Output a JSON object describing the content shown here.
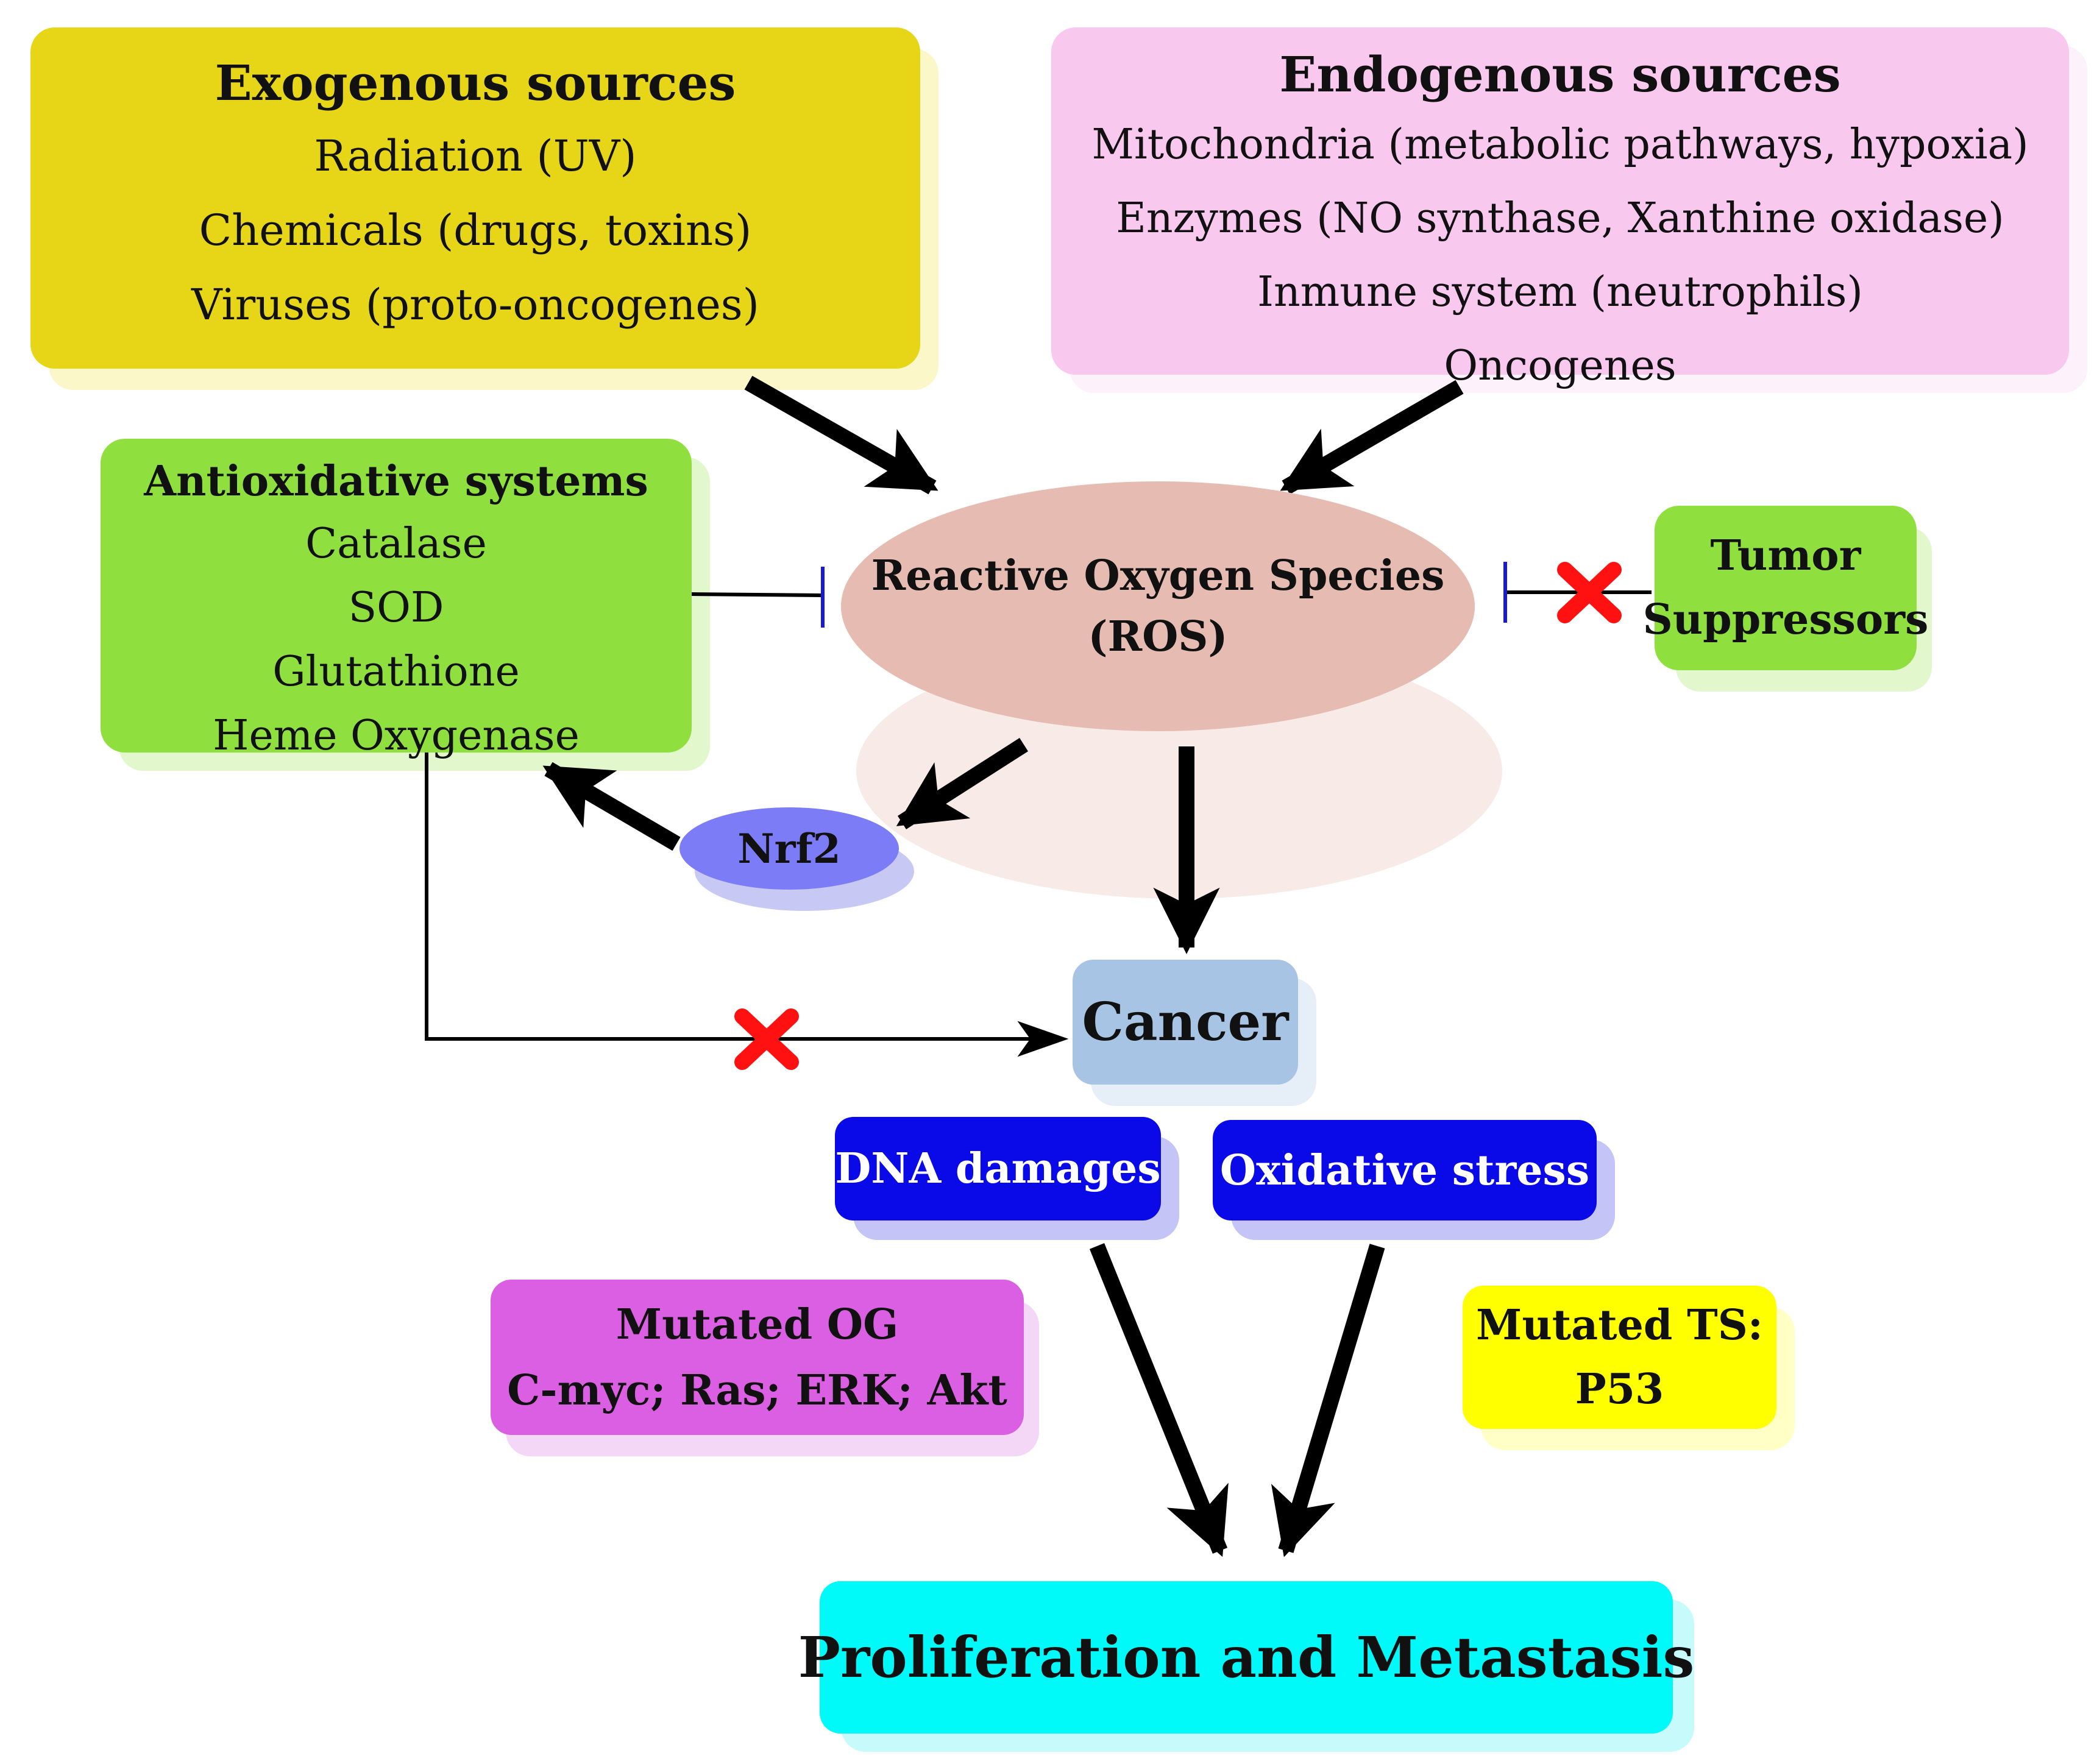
{
  "exogenous": {
    "title": "Exogenous sources",
    "items": [
      "Radiation (UV)",
      "Chemicals (drugs, toxins)",
      "Viruses (proto-oncogenes)"
    ],
    "color": "#e6d617"
  },
  "endogenous": {
    "title": "Endogenous sources",
    "items": [
      "Mitochondria (metabolic pathways, hypoxia)",
      "Enzymes (NO synthase, Xanthine oxidase)",
      "Inmune system (neutrophils)",
      "Oncogenes"
    ],
    "color": "#f9c8ef"
  },
  "antioxidative": {
    "title": "Antioxidative systems",
    "items": [
      "Catalase",
      "SOD",
      "Glutathione",
      "Heme Oxygenase"
    ],
    "color": "#8fdf3e"
  },
  "ros": {
    "line1": "Reactive Oxygen Species",
    "line2": "(ROS)",
    "color": "#e6bbb1"
  },
  "tumor_suppressors": {
    "line1": "Tumor",
    "line2": "Suppressors",
    "color": "#8fdf3e"
  },
  "nrf2": {
    "label": "Nrf2",
    "color": "#7c7cf7"
  },
  "cancer": {
    "label": "Cancer",
    "color": "#a7c4e4"
  },
  "dna_damages": {
    "label": "DNA damages",
    "color": "#0a0ae8"
  },
  "oxidative_stress": {
    "label": "Oxidative stress",
    "color": "#0a0ae8"
  },
  "mutated_og": {
    "line1": "Mutated OG",
    "line2": "C-myc; Ras; ERK; Akt",
    "color": "#db5fe3"
  },
  "mutated_ts": {
    "line1": "Mutated TS:",
    "line2": "P53",
    "color": "#ffff00"
  },
  "outcome": {
    "label": "Proliferation and Metastasis",
    "color": "#00f9f9"
  }
}
